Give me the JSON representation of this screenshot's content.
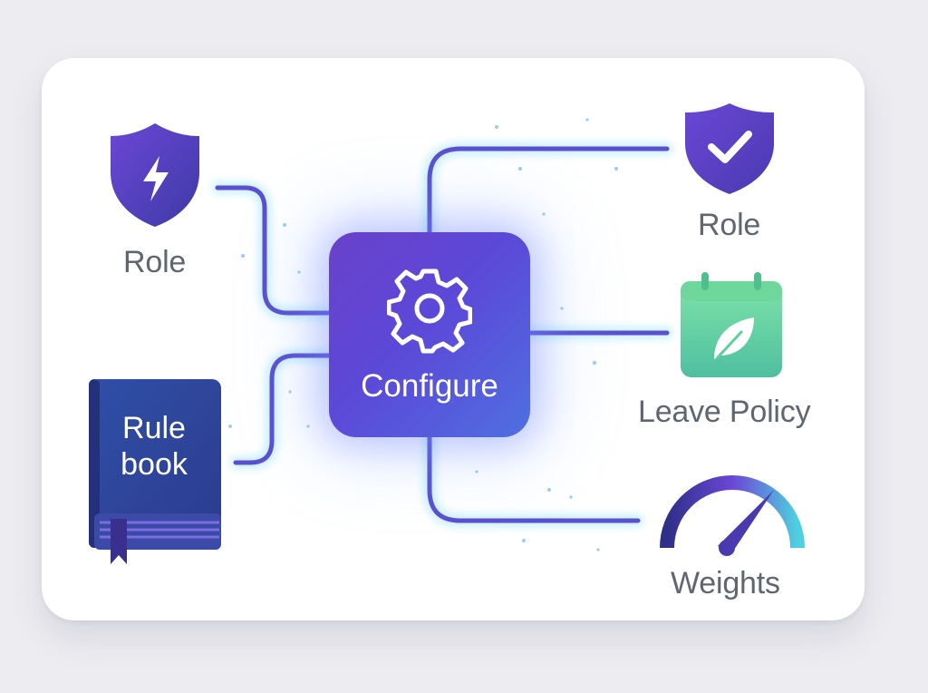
{
  "hub": {
    "label": "Configure",
    "icon": "gear-icon"
  },
  "nodes": {
    "role_left": {
      "label": "Role",
      "icon": "shield-lightning-icon"
    },
    "rule_book": {
      "title_line1": "Rule",
      "title_line2": "book",
      "icon": "book-icon"
    },
    "role_right": {
      "label": "Role",
      "icon": "shield-check-icon"
    },
    "leave_policy": {
      "label": "Leave Policy",
      "icon": "calendar-leaf-icon"
    },
    "weights": {
      "label": "Weights",
      "icon": "gauge-icon"
    }
  },
  "colors": {
    "accent_purple": "#5b3fc4",
    "accent_blue": "#4f6fe0",
    "leave_green": "#5ccf9a",
    "connector": "#5b4fd0",
    "glow": "#7fd4ff",
    "label_gray": "#5f6670"
  }
}
